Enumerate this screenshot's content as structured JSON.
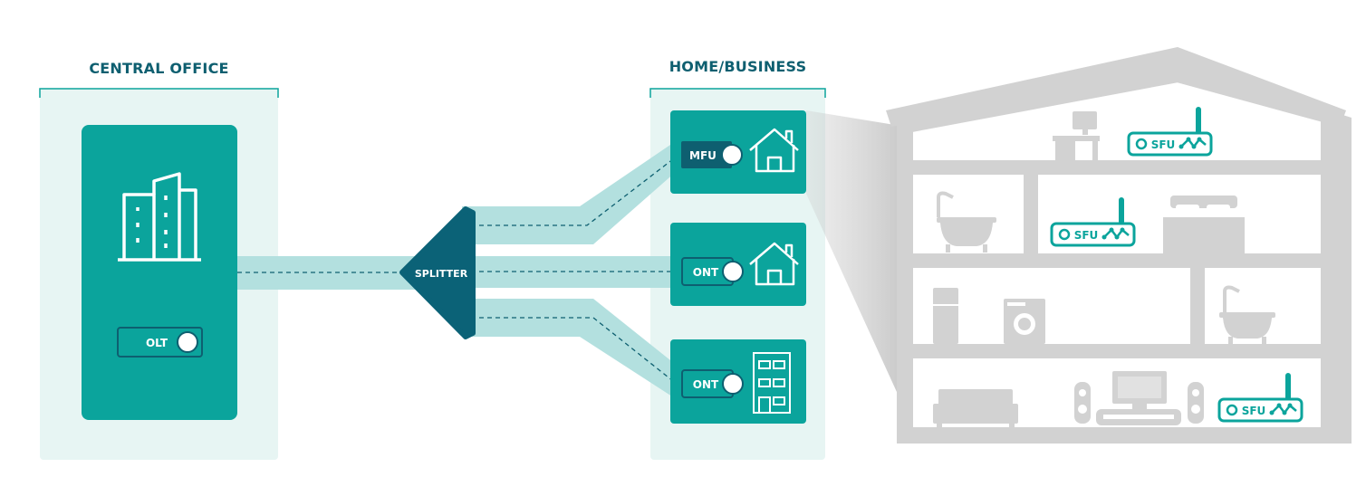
{
  "sections": {
    "central_office": "CENTRAL OFFICE",
    "home_business": "HOME/BUSINESS"
  },
  "devices": {
    "olt": "OLT",
    "splitter": "SPLITTER",
    "mfu": "MFU",
    "ont_home": "ONT",
    "ont_building": "ONT"
  },
  "house_units": [
    "SFU",
    "SFU",
    "SFU"
  ],
  "colors": {
    "teal": "#0ba49c",
    "dark_teal": "#0e5f70",
    "splitter": "#0b6277",
    "fiber": "#b3e0df",
    "panel": "#e7f5f3",
    "house_gray": "#d2d2d2"
  },
  "icons": [
    "office-building-icon",
    "house-icon",
    "apartment-building-icon",
    "router-icon",
    "wifi-wave-icon",
    "computer-icon",
    "bathtub-icon",
    "bed-icon",
    "fridge-icon",
    "washing-machine-icon",
    "sofa-icon",
    "tv-icon",
    "speaker-icon"
  ]
}
